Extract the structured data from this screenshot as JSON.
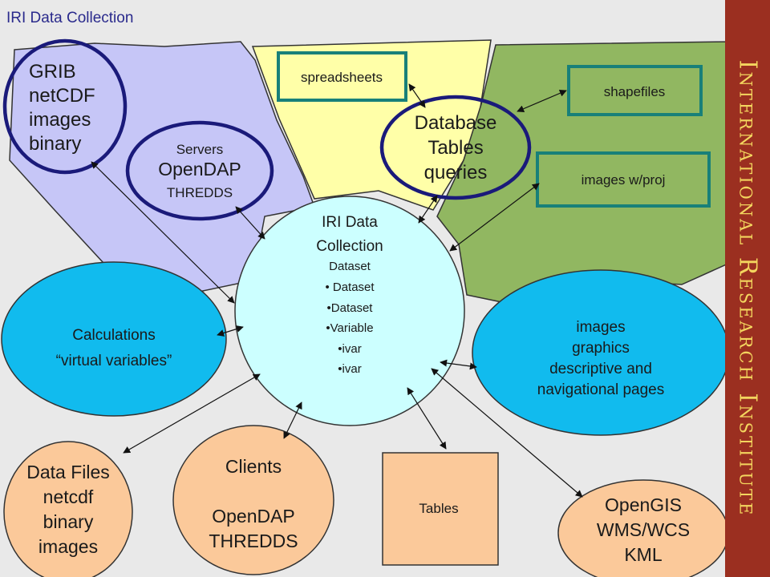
{
  "header": {
    "title": "IRI Data Collection"
  },
  "sidebar": {
    "institute_name": "International Research Institute"
  },
  "colors": {
    "formats_region": "#c6c6f7",
    "database_region": "#ffffa8",
    "gis_region": "#91b761",
    "center_circle": "#ccffff",
    "output_ellipse": "#11bbee",
    "client_ellipse": "#fbc99a",
    "outline_dark": "#1a1a7a",
    "box_border": "#188079",
    "sidebar_bg": "#9b2f20",
    "sidebar_text": "#f3d55e"
  },
  "nodes": {
    "formats": [
      "GRIB",
      "netCDF",
      "images",
      "binary"
    ],
    "servers": [
      "Servers",
      "OpenDAP",
      "THREDDS"
    ],
    "spreadsheets": "spreadsheets",
    "database": [
      "Database",
      "Tables",
      "queries"
    ],
    "shapefiles": "shapefiles",
    "images_proj": "images w/proj",
    "center": [
      "IRI Data",
      "Collection",
      "Dataset",
      "• Dataset",
      "•Dataset",
      "•Variable",
      "•ivar",
      "•ivar"
    ],
    "calculations": [
      "Calculations",
      "“virtual variables”"
    ],
    "outputs": [
      "images",
      "graphics",
      "descriptive and",
      "navigational pages"
    ],
    "data_files": [
      "Data Files",
      "netcdf",
      "binary",
      "images"
    ],
    "clients": [
      "Clients",
      "",
      "OpenDAP",
      "THREDDS"
    ],
    "tables": "Tables",
    "opengis": [
      "OpenGIS",
      "WMS/WCS",
      "KML"
    ]
  }
}
